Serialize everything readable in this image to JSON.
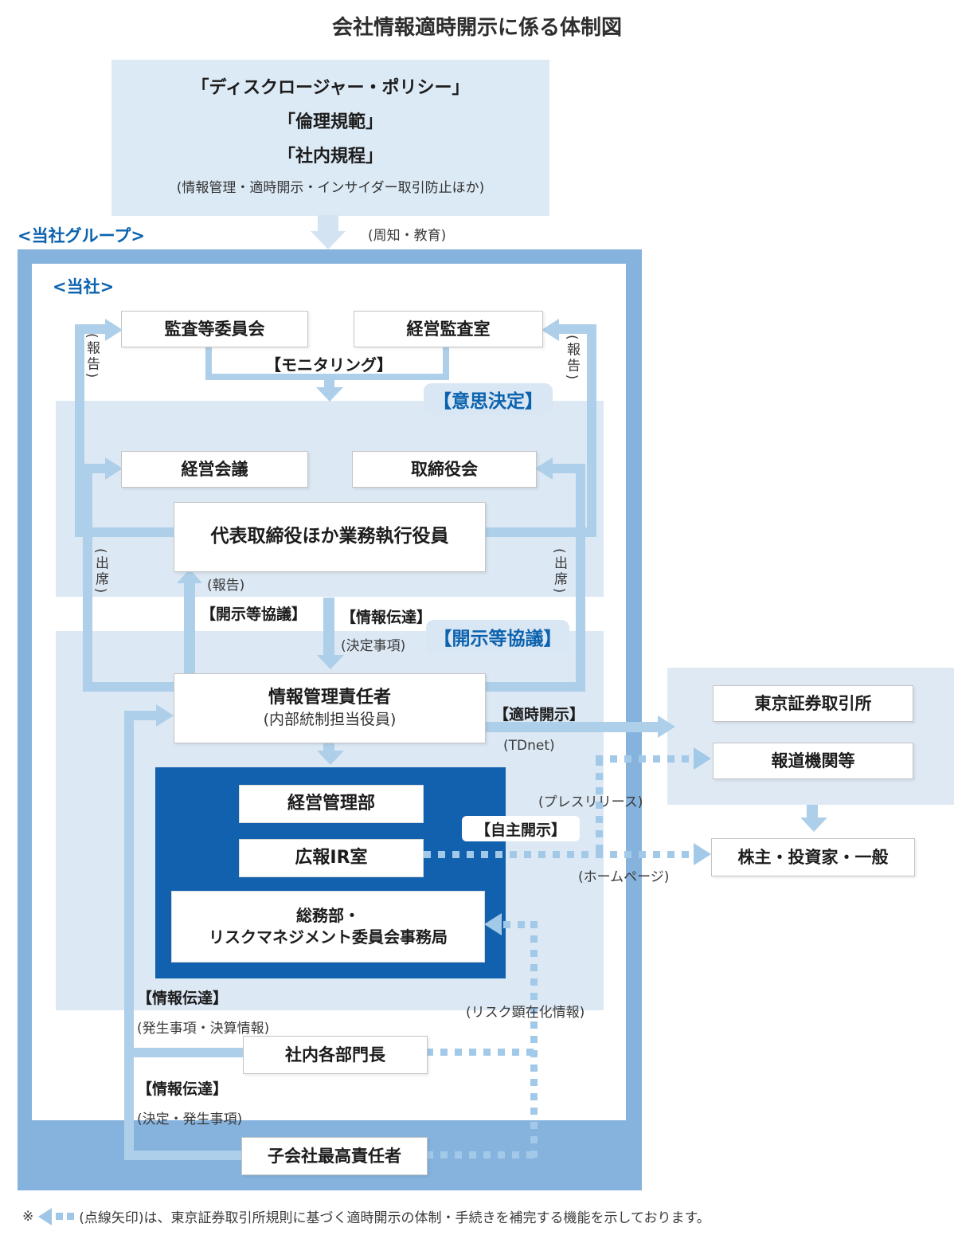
{
  "title": "会社情報適時開示に係る体制図",
  "policy_box": {
    "line1": "「ディスクロージャー・ポリシー」",
    "line2": "「倫理規範」",
    "line3": "「社内規程」",
    "note": "(情報管理・適時開示・インサイダー取引防止ほか)"
  },
  "scopes": {
    "group": "<当社グループ>",
    "company": "<当社>"
  },
  "flows": {
    "dissemination": "(周知・教育)",
    "monitoring": "【モニタリング】",
    "decision": "【意思決定】",
    "report_left": "(報告)",
    "report_right": "(報告)",
    "attend_left": "(出席)",
    "attend_right": "(出席)",
    "report_up": "(報告)",
    "consult_left": "【開示等協議】",
    "info_transfer_top": "【情報伝達】",
    "decided_items": "(決定事項)",
    "consult_highlight": "【開示等協議】",
    "timely": "【適時開示】",
    "tdnet": "(TDnet)",
    "press_release": "(プレスリリース)",
    "self_disclosure": "【自主開示】",
    "homepage": "(ホームページ)",
    "info_transfer_mid": "【情報伝達】",
    "occurred_financial": "(発生事項・決算情報)",
    "info_transfer_bottom": "【情報伝達】",
    "decided_occurred": "(決定・発生事項)",
    "risk_info": "(リスク顕在化情報)"
  },
  "boxes": {
    "audit_committee": "監査等委員会",
    "audit_office": "経営監査室",
    "exec_meeting": "経営会議",
    "board": "取締役会",
    "representative": "代表取締役ほか業務執行役員",
    "info_manager": "情報管理責任者",
    "info_manager_sub": "(内部統制担当役員)",
    "mgmt_dept": "経営管理部",
    "pr_ir": "広報IR室",
    "general_affairs_1": "総務部・",
    "general_affairs_2": "リスクマネジメント委員会事務局",
    "tse": "東京証券取引所",
    "media": "報道機関等",
    "shareholders": "株主・投資家・一般",
    "dept_heads": "社内各部門長",
    "subsidiary": "子会社最高責任者"
  },
  "footer": {
    "mark": "※",
    "text": "(点線矢印)は、東京証券取引所規則に基づく適時開示の体制・手続きを補完する機能を示しております。"
  },
  "colors": {
    "frame_blue": "#85b3de",
    "panel_blue": "#dce8f4",
    "deep_blue": "#1261ae",
    "line_blue": "#aecfe9",
    "dot_blue": "#a3c9e8",
    "text_blue": "#0b62ae"
  }
}
